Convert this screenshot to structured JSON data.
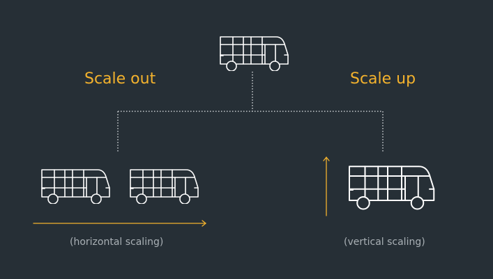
{
  "labels": {
    "scale_out": "Scale out",
    "scale_up": "Scale up",
    "horizontal_caption": "(horizontal scaling)",
    "vertical_caption": "(vertical scaling)"
  },
  "colors": {
    "background": "#262f36",
    "bus_outline": "#ffffff",
    "connector": "#c9cdd0",
    "accent": "#f3b22d",
    "caption": "#a9b0b5"
  },
  "icons": {
    "source_bus": "bus-icon",
    "scale_out_buses": [
      "bus-icon",
      "bus-icon"
    ],
    "scale_up_bus": "large-bus-icon",
    "horizontal_arrow": "arrow-right-icon",
    "vertical_arrow": "arrow-up-icon"
  }
}
